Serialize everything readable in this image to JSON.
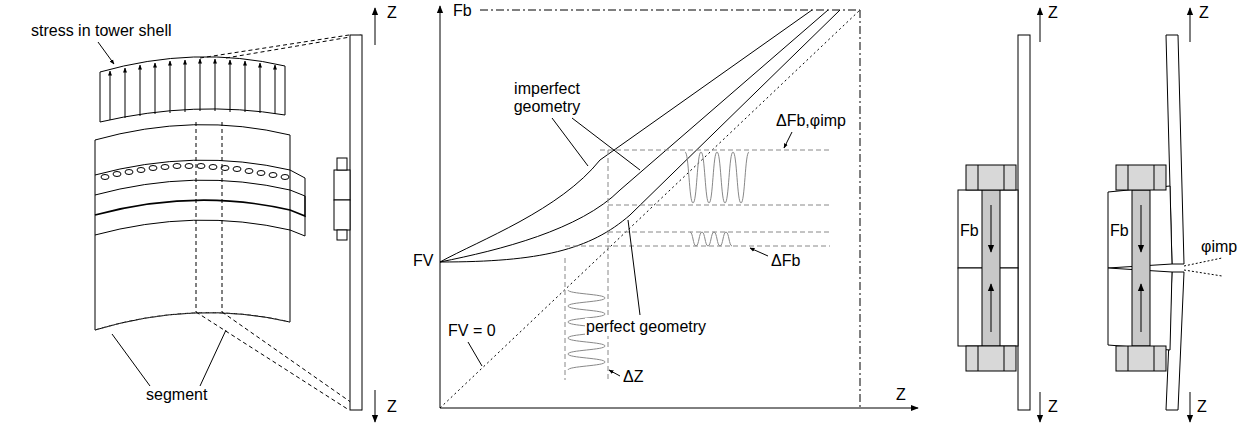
{
  "diagram": {
    "labels": [
      "stress in tower shell",
      "segment",
      "Z",
      "Z",
      "Fb",
      "imperfect geometry",
      "FV",
      "FV = 0",
      "perfect geometry",
      "ΔFb,φimp",
      "ΔFb",
      "ΔZ",
      "Z",
      "Z",
      "Z",
      "Fb",
      "Z",
      "Z",
      "Fb",
      "φimp"
    ]
  }
}
